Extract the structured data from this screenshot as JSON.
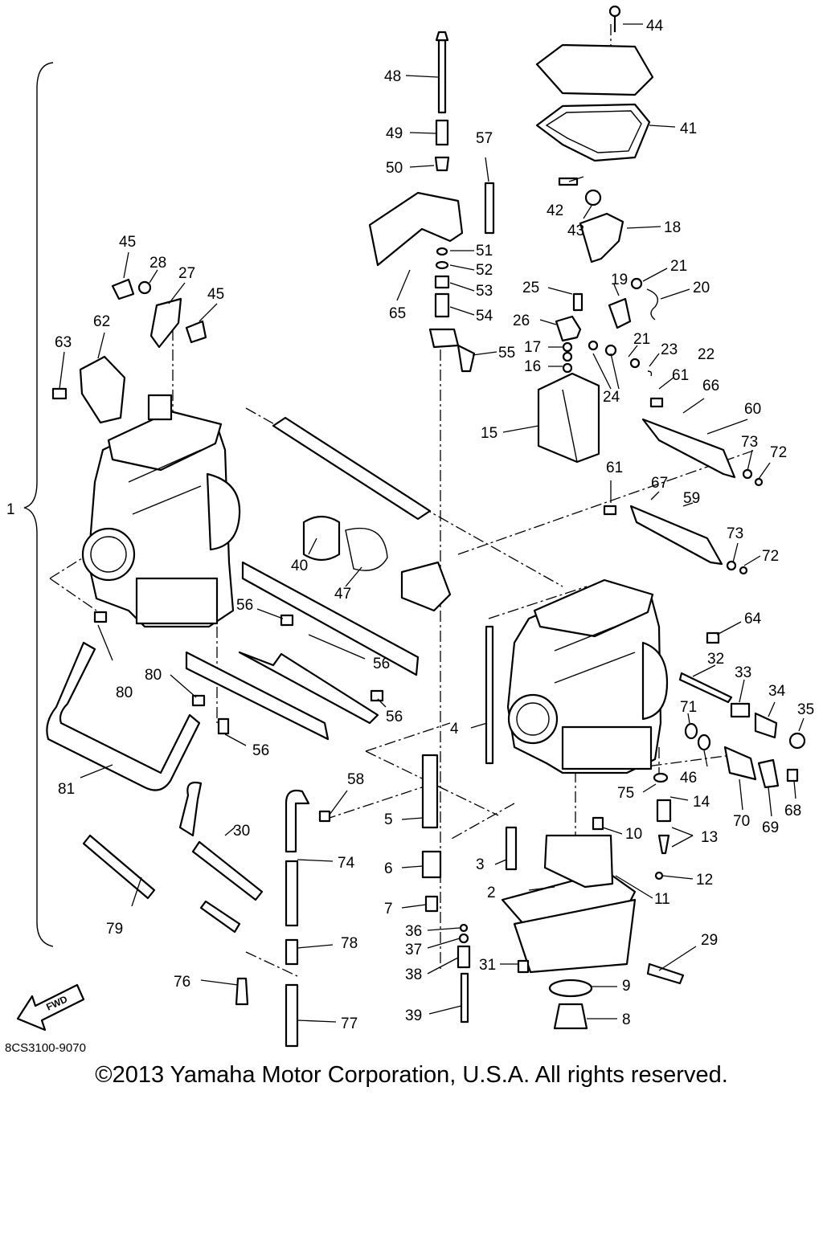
{
  "diagram": {
    "code": "8CS3100-9070",
    "copyright": "©2013 Yamaha Motor Corporation, U.S.A. All rights reserved.",
    "fwd_arrow_label": "FWD",
    "callouts": [
      "1",
      "2",
      "3",
      "4",
      "5",
      "6",
      "7",
      "8",
      "9",
      "10",
      "11",
      "12",
      "13",
      "14",
      "15",
      "16",
      "17",
      "18",
      "19",
      "20",
      "21",
      "21",
      "22",
      "23",
      "24",
      "25",
      "26",
      "27",
      "28",
      "29",
      "30",
      "31",
      "32",
      "33",
      "34",
      "35",
      "36",
      "37",
      "38",
      "39",
      "40",
      "41",
      "42",
      "43",
      "44",
      "45",
      "45",
      "46",
      "47",
      "48",
      "49",
      "50",
      "51",
      "52",
      "53",
      "54",
      "55",
      "56",
      "56",
      "56",
      "56",
      "57",
      "58",
      "59",
      "60",
      "61",
      "61",
      "62",
      "63",
      "64",
      "65",
      "66",
      "67",
      "68",
      "69",
      "70",
      "71",
      "72",
      "72",
      "73",
      "73",
      "74",
      "75",
      "76",
      "77",
      "78",
      "79",
      "80",
      "80",
      "81"
    ]
  }
}
